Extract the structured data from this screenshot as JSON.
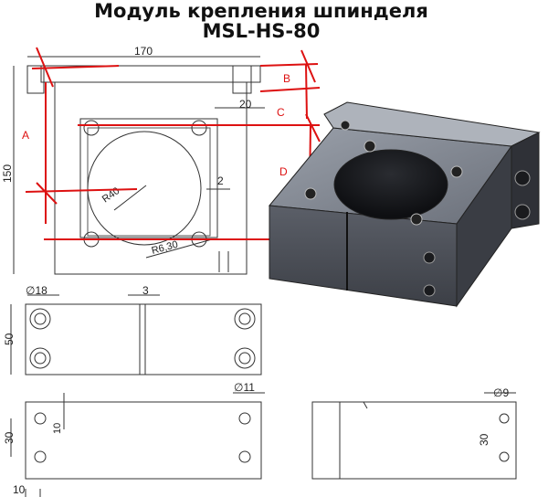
{
  "title_line1": "Модуль крепления шпинделя",
  "title_line2": "MSL-HS-80",
  "dims": {
    "width": "170",
    "height": "150",
    "gap": "20",
    "wall": "2",
    "bore_radius": "R40",
    "fillet_radius": "R6,30",
    "hole_dia_18": "∅18",
    "slot": "3",
    "depth": "50",
    "hole_dia_11": "∅11",
    "spacing_30a": "30",
    "offset_10a": "10",
    "offset_10b": "10",
    "hole_dia_9": "∅9",
    "spacing_30b": "30"
  },
  "markers": {
    "a": "A",
    "b": "B",
    "c": "C",
    "d": "D"
  },
  "colors": {
    "annotation": "#dd1111",
    "line": "#333333",
    "body": "#4a4d55"
  }
}
